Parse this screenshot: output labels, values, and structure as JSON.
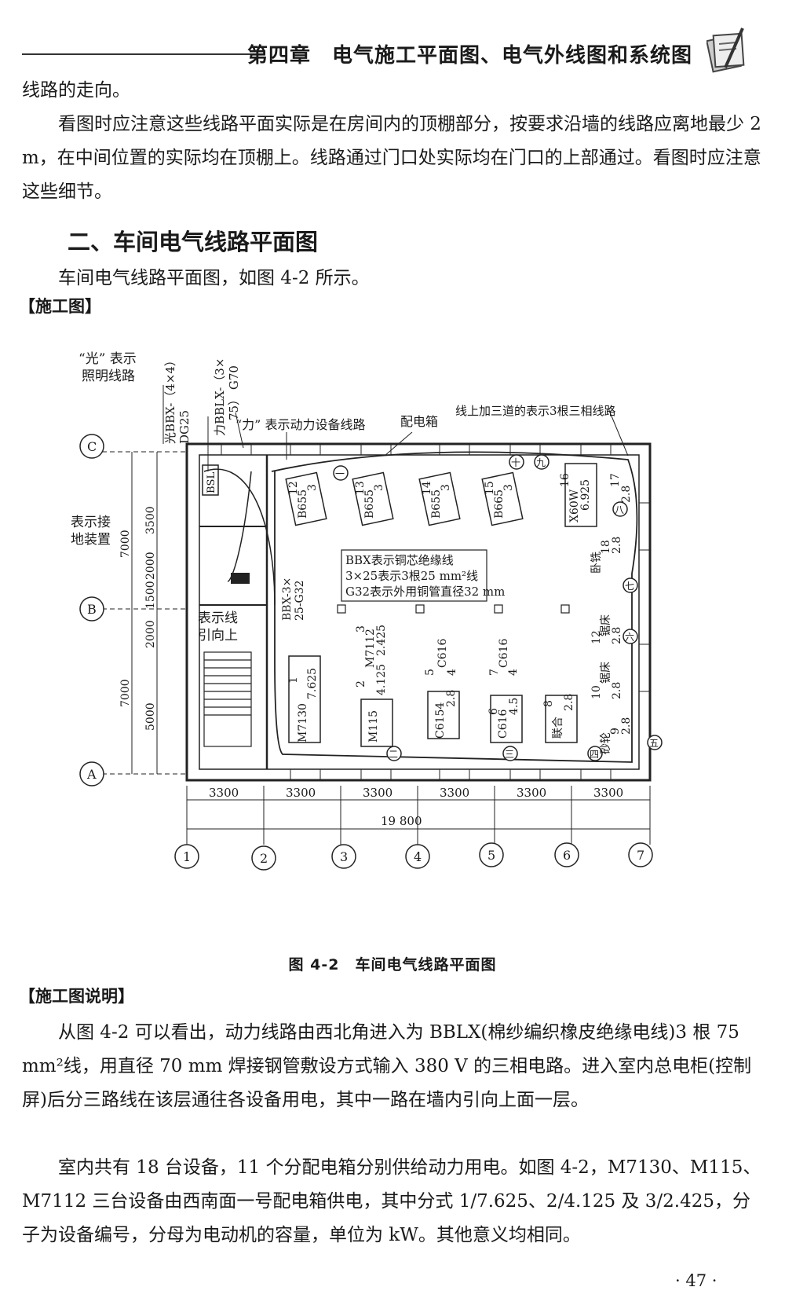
{
  "header": {
    "chapter_title": "第四章　电气施工平面图、电气外线图和系统图"
  },
  "paragraphs": {
    "p1": "线路的走向。",
    "p2": "　　看图时应注意这些线路平面实际是在房间内的顶棚部分，按要求沿墙的线路应离地最少 2 m，在中间位置的实际均在顶棚上。线路通过门口处实际均在门口的上部通过。看图时应注意这些细节。",
    "p3": "　　车间电气线路平面图，如图 4-2 所示。",
    "p4": "　　从图 4-2 可以看出，动力线路由西北角进入为 BBLX(棉纱编织橡皮绝缘电线)3 根 75 mm²线，用直径 70 mm 焊接钢管敷设方式输入 380 V 的三相电路。进入室内总电柜(控制屏)后分三路线在该层通往各设备用电，其中一路在墙内引向上面一层。",
    "p5": "　　室内共有 18 台设备，11 个分配电箱分别供给动力用电。如图 4-2，M7130、M115、M7112 三台设备由西南面一号配电箱供电，其中分式 1/7.625、2/4.125 及 3/2.425，分子为设备编号，分母为电动机的容量，单位为 kW。其他意义均相同。"
  },
  "section_heading": "二、车间电气线路平面图",
  "labels": {
    "construction_drawing": "【施工图】",
    "drawing_notes": "【施工图说明】"
  },
  "figure": {
    "caption": "图 4-2　车间电气线路平面图",
    "annotations": {
      "light_note_1": "“光” 表示",
      "light_note_2": "照明线路",
      "light_cable_1": "光BBX-（4×4）",
      "light_cable_2": "DG25",
      "power_cable_1": "力BBLX-（3×",
      "power_cable_2": "75） G70",
      "power_note": "“力” 表示动力设备线路",
      "distribution_box": "配电箱",
      "three_phase_note": "线上加三道的表示3根三相线路",
      "grounding_1": "表示接",
      "grounding_2": "地装置",
      "upward_1": "表示线",
      "upward_2": "引向上",
      "bsl": "BSL",
      "bbx_note_1": "BBX表示铜芯绝缘线",
      "bbx_note_2": "3×25表示3根25 mm²线",
      "bbx_note_3": "G32表示外用铜管直径32 mm",
      "bbx_branch_1": "BBX-3×",
      "bbx_branch_2": "25-G32"
    },
    "axes_rows": [
      "C",
      "B",
      "A"
    ],
    "axes_cols": [
      "1",
      "2",
      "3",
      "4",
      "5",
      "6",
      "7"
    ],
    "dims_vertical": [
      "3500",
      "2000",
      "1500",
      "2000",
      "5000"
    ],
    "dims_vertical_total": [
      "7000",
      "7000"
    ],
    "dims_horizontal": [
      "3300",
      "3300",
      "3300",
      "3300",
      "3300",
      "3300"
    ],
    "dim_total": "19 800",
    "boxes": [
      "一",
      "二",
      "三",
      "四",
      "五",
      "六",
      "七",
      "八",
      "九",
      "十"
    ],
    "equipment": {
      "e12": "B655",
      "e12n": "12",
      "e12d": "3",
      "e13": "B655",
      "e13n": "13",
      "e13d": "3",
      "e14": "B655",
      "e14n": "14",
      "e14d": "3",
      "e15": "B665",
      "e15n": "15",
      "e15d": "3",
      "e16": "X60W",
      "e16n": "16",
      "e16d": "6.925",
      "e17": "17",
      "e17d": "2.8",
      "e18": "卧铣",
      "e18n": "18",
      "e18d": "2.8",
      "e1": "M7130",
      "e1n": "1",
      "e1d": "7.625",
      "e2": "M115",
      "e2n": "2",
      "e2d": "4.125",
      "e3": "M7112",
      "e3n": "3",
      "e3d": "2.425",
      "e4": "C6154",
      "e4d": "2.8",
      "e5": "C616",
      "e5n": "5",
      "e5d": "4",
      "e6": "C616",
      "e6n": "6",
      "e6d": "4.5",
      "e7": "C616",
      "e7n": "7",
      "e7d": "4",
      "e8": "联合",
      "e8n": "8",
      "e8d": "2.8",
      "e9": "砂轮",
      "e9n": "9",
      "e9d": "2.8",
      "e10": "锯床",
      "e10n": "10",
      "e10d": "2.8",
      "e11": "锯床",
      "e11n": "12",
      "e11d": "2.8"
    }
  },
  "page_number": "· 47 ·"
}
